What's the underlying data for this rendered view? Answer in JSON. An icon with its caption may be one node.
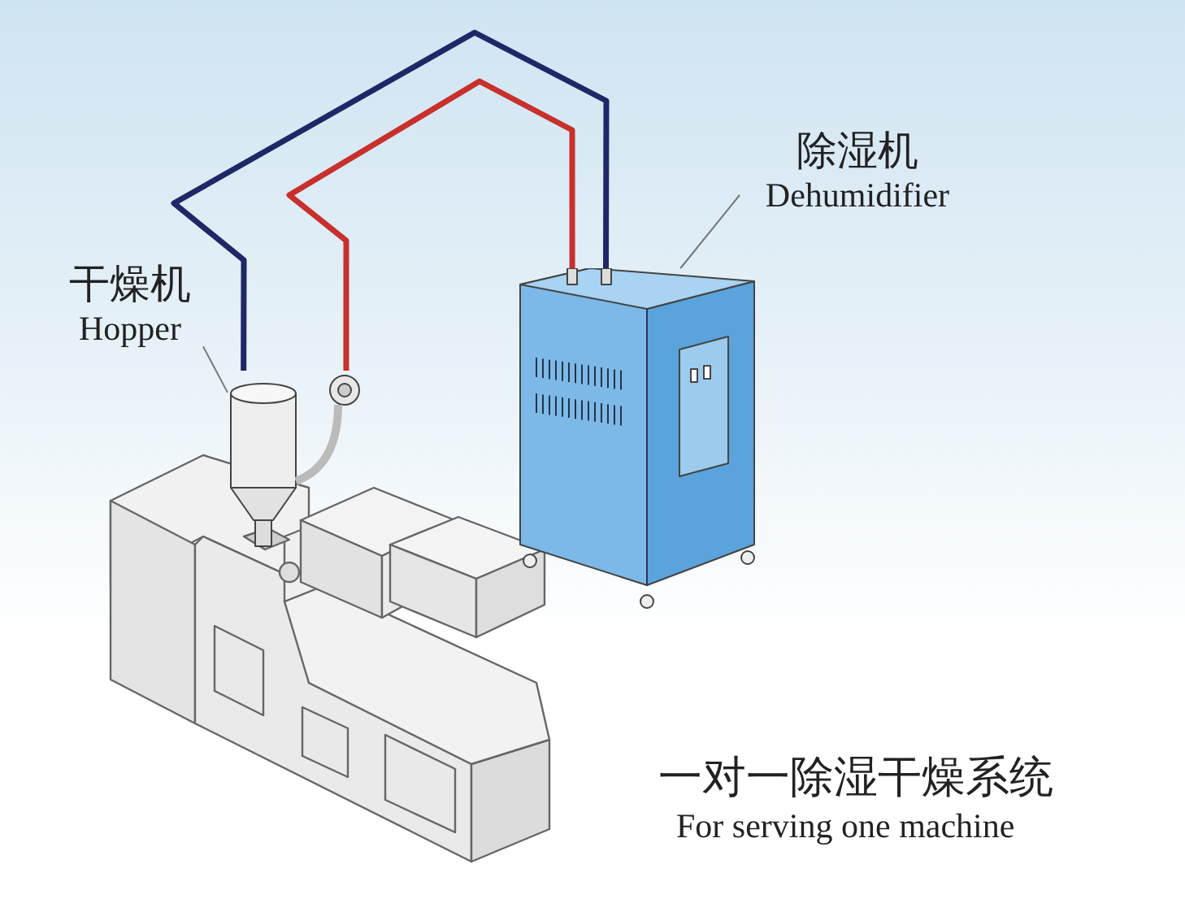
{
  "diagram": {
    "nodes": [
      {
        "text": [
          "干燥机",
          "Hopper"
        ]
      },
      {
        "text": [],
        "shape": "picture"
      },
      {
        "text": [
          "除湿机",
          "Dehumidifier"
        ]
      },
      {
        "text": [],
        "shape": "picture"
      }
    ],
    "edges": [
      {
        "from": 0,
        "to": 1,
        "arrow": "none"
      },
      {
        "from": 2,
        "to": 3,
        "arrow": "none"
      },
      {
        "from": 3,
        "to": 1,
        "arrow": "none",
        "style": "thick",
        "color": "#1f2766"
      },
      {
        "from": 3,
        "to": 1,
        "arrow": "none",
        "style": "thick",
        "color": "#c8302c"
      }
    ],
    "labels": [
      "一对一除湿干燥系统",
      "For serving one machine"
    ]
  }
}
